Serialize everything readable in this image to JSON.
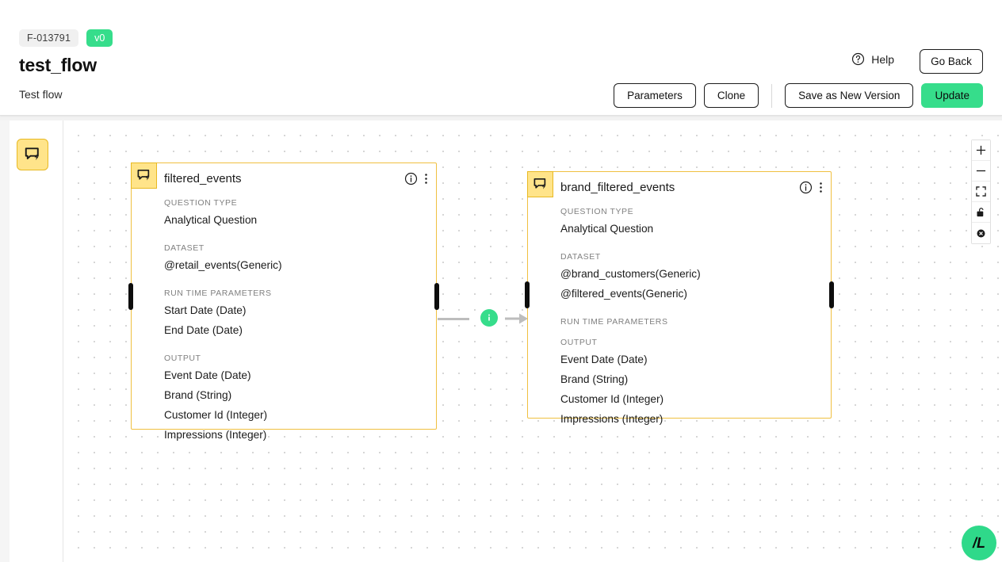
{
  "header": {
    "flow_id": "F-013791",
    "version_badge": "v0",
    "title": "test_flow",
    "subtitle": "Test flow",
    "help_label": "Help",
    "help_icon": "question-circle-icon",
    "go_back_label": "Go Back",
    "actions": [
      {
        "label": "Parameters",
        "name": "parameters-button",
        "primary": false
      },
      {
        "label": "Clone",
        "name": "clone-button",
        "primary": false
      },
      {
        "label": "Save as New Version",
        "name": "save-as-new-version-button",
        "primary": false
      },
      {
        "label": "Update",
        "name": "update-button",
        "primary": true
      }
    ],
    "accent_green": "#36dd8b",
    "id_pill_bg": "#f0f0f0"
  },
  "palette": {
    "items": [
      {
        "name": "question-node-tool",
        "icon": "speech-bubble-bolt-icon",
        "bg": "#ffe48a"
      }
    ]
  },
  "canvas": {
    "grid": "dot",
    "node_border_color": "#f0c040",
    "nodes": [
      {
        "id": "filtered_events",
        "title": "filtered_events",
        "icon": "speech-bubble-bolt-icon",
        "info_icon": "info-circle-icon",
        "menu_icon": "kebab-menu-icon",
        "sections": [
          {
            "label": "QUESTION TYPE",
            "values": [
              "Analytical Question"
            ]
          },
          {
            "label": "DATASET",
            "values": [
              "@retail_events(Generic)"
            ]
          },
          {
            "label": "RUN TIME PARAMETERS",
            "values": [
              "Start Date (Date)",
              "End Date (Date)"
            ]
          },
          {
            "label": "OUTPUT",
            "values": [
              "Event Date (Date)",
              "Brand (String)",
              "Customer Id (Integer)",
              "Impressions (Integer)"
            ]
          }
        ]
      },
      {
        "id": "brand_filtered_events",
        "title": "brand_filtered_events",
        "icon": "speech-bubble-bolt-icon",
        "info_icon": "info-circle-icon",
        "menu_icon": "kebab-menu-icon",
        "sections": [
          {
            "label": "QUESTION TYPE",
            "values": [
              "Analytical Question"
            ]
          },
          {
            "label": "DATASET",
            "values": [
              "@brand_customers(Generic)",
              "@filtered_events(Generic)"
            ]
          },
          {
            "label": "RUN TIME PARAMETERS",
            "values": []
          },
          {
            "label": "OUTPUT",
            "values": [
              "Event Date (Date)",
              "Brand (String)",
              "Customer Id (Integer)",
              "Impressions (Integer)"
            ]
          }
        ]
      }
    ],
    "edge": {
      "badge_icon": "info-icon",
      "badge_color": "#36dd8b",
      "line_color": "#bdbdbd"
    }
  },
  "toolbar": {
    "buttons": [
      {
        "name": "zoom-in-button",
        "icon": "plus-icon"
      },
      {
        "name": "zoom-out-button",
        "icon": "minus-icon"
      },
      {
        "name": "fit-view-button",
        "icon": "fit-screen-icon"
      },
      {
        "name": "lock-button",
        "icon": "padlock-icon"
      },
      {
        "name": "reset-button",
        "icon": "circle-cross-icon"
      }
    ]
  },
  "watermark": {
    "label": "/L"
  }
}
